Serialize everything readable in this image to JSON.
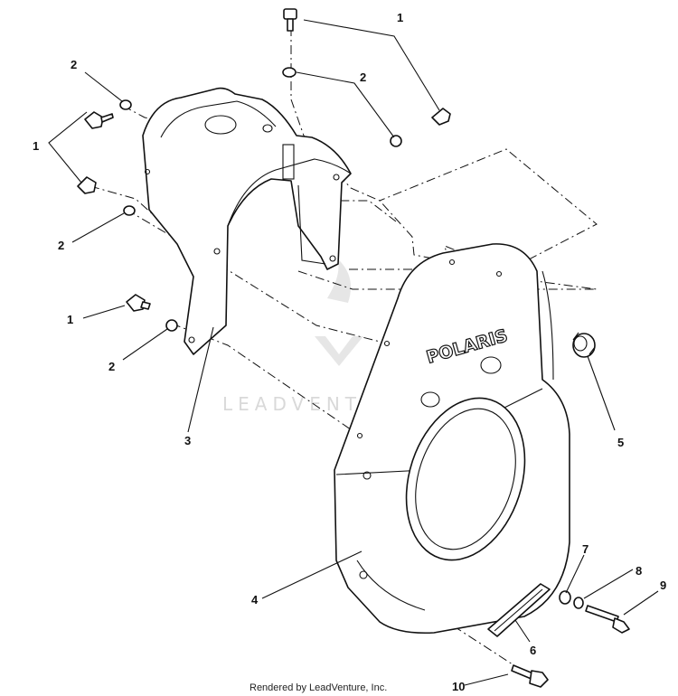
{
  "diagram": {
    "brand_text": "POLARIS",
    "watermark_text": "LEADVENTURE",
    "credit_text": "Rendered by LeadVenture, Inc.",
    "callouts": [
      {
        "id": "c1a",
        "label": "1"
      },
      {
        "id": "c2a",
        "label": "2"
      },
      {
        "id": "c2b",
        "label": "2"
      },
      {
        "id": "c1b",
        "label": "1"
      },
      {
        "id": "c2c",
        "label": "2"
      },
      {
        "id": "c1c",
        "label": "1"
      },
      {
        "id": "c2d",
        "label": "2"
      },
      {
        "id": "c3",
        "label": "3"
      },
      {
        "id": "c5",
        "label": "5"
      },
      {
        "id": "c4",
        "label": "4"
      },
      {
        "id": "c7",
        "label": "7"
      },
      {
        "id": "c8",
        "label": "8"
      },
      {
        "id": "c9",
        "label": "9"
      },
      {
        "id": "c6",
        "label": "6"
      },
      {
        "id": "c10",
        "label": "10"
      }
    ]
  }
}
